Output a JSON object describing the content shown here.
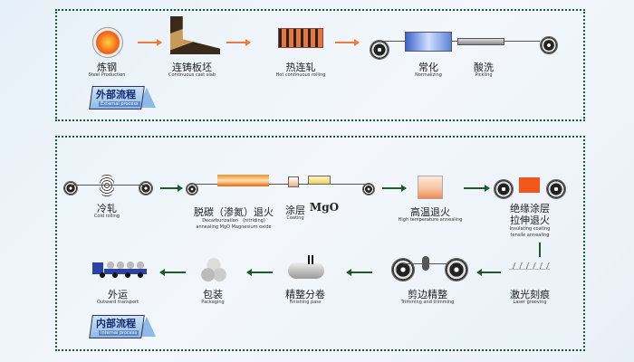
{
  "external": {
    "badge_zh": "外部流程",
    "badge_en": "External process",
    "steps": [
      {
        "zh": "炼钢",
        "en": "Steel Production"
      },
      {
        "zh": "连铸板坯",
        "en": "Continuous cast slab"
      },
      {
        "zh": "热连轧",
        "en": "Hot continuous rolling"
      },
      {
        "zh": "常化",
        "en": "Normalizing"
      },
      {
        "zh": "酸洗",
        "en": "Pickling"
      }
    ]
  },
  "internal": {
    "badge_zh": "内部流程",
    "badge_en": "Internal process",
    "steps": [
      {
        "zh": "冷轧",
        "en": "Cold rolling"
      },
      {
        "zh": "脱碳（渗氮）退火",
        "en": "Decarburization　(nitriding)",
        "en2": "annealing MgO  Magnesium oxide"
      },
      {
        "zh": "涂层",
        "en": "Coating"
      },
      {
        "zh": "MgO"
      },
      {
        "zh": "高温退火",
        "en": "High temperature annealing"
      },
      {
        "zh": "绝缘涂层",
        "zh2": "拉伸退火",
        "en": "Insulating coating",
        "en2": "tensile annealing"
      },
      {
        "zh": "激光刻痕",
        "en": "Laser grooving"
      },
      {
        "zh": "剪边精整",
        "en": "Trimming and trimming"
      },
      {
        "zh": "精整分卷",
        "en": "Finishing pass"
      },
      {
        "zh": "包装",
        "en": "Packaging"
      },
      {
        "zh": "外运",
        "en": "Outward transport"
      }
    ]
  },
  "colors": {
    "orange_arrow": "#f07a3a",
    "green_arrow": "#1e5a2a"
  }
}
